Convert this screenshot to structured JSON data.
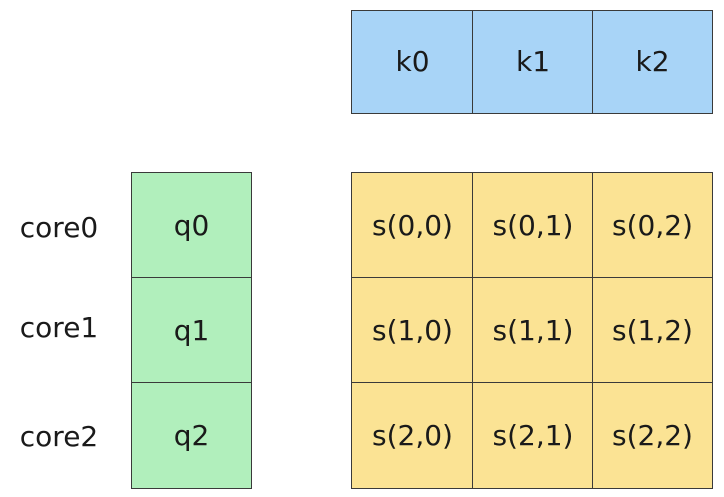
{
  "keys": [
    "k0",
    "k1",
    "k2"
  ],
  "queries": [
    "q0",
    "q1",
    "q2"
  ],
  "cores": [
    "core0",
    "core1",
    "core2"
  ],
  "scores": [
    [
      "s(0,0)",
      "s(0,1)",
      "s(0,2)"
    ],
    [
      "s(1,0)",
      "s(1,1)",
      "s(1,2)"
    ],
    [
      "s(2,0)",
      "s(2,1)",
      "s(2,2)"
    ]
  ],
  "colors": {
    "key_fill": "#a8d4f7",
    "query_fill": "#b1efbc",
    "score_fill": "#fbe394",
    "border": "#3a3a3a"
  }
}
